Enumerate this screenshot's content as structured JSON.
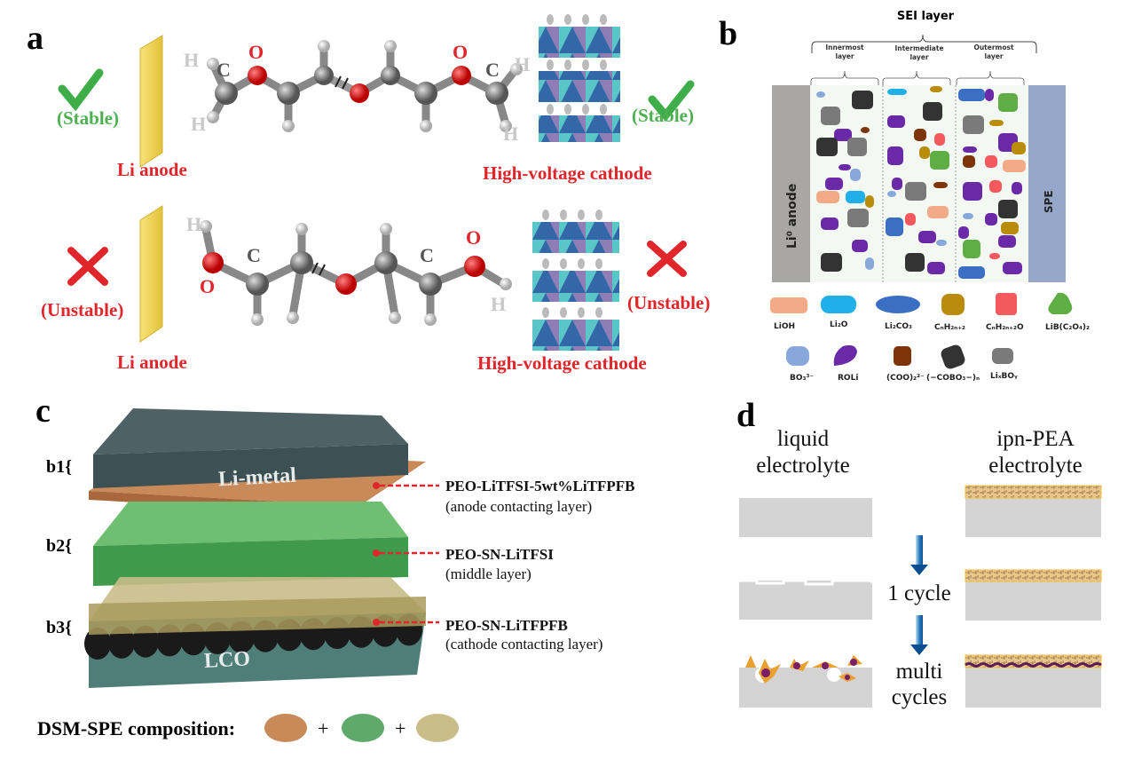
{
  "panel_labels": {
    "a": "a",
    "b": "b",
    "c": "c",
    "d": "d"
  },
  "panel_a": {
    "top": {
      "status_left": "(Stable)",
      "status_right": "(Stable)",
      "anode_label": "Li anode",
      "cathode_label": "High-voltage cathode",
      "atoms": {
        "h1": "H",
        "h2": "H",
        "c1": "C",
        "o1": "O",
        "o2": "O",
        "c2": "C",
        "h3": "H",
        "h4": "H"
      },
      "status_icon": "check-icon"
    },
    "bottom": {
      "status_left": "(Unstable)",
      "status_right": "(Unstable)",
      "anode_label": "Li anode",
      "cathode_label": "High-voltage cathode",
      "atoms": {
        "h1": "H",
        "o1": "O",
        "c1": "C",
        "c2": "C",
        "o2": "O",
        "h2": "H"
      },
      "status_icon": "cross-icon"
    },
    "colors": {
      "stable": "#4caf50",
      "unstable": "#e0262b"
    }
  },
  "panel_b": {
    "title": "SEI layer",
    "sublayers": [
      {
        "line1": "Innermost",
        "line2": "layer"
      },
      {
        "line1": "Intermediate",
        "line2": "layer"
      },
      {
        "line1": "Outermost",
        "line2": "layer"
      }
    ],
    "anode_label": "Li⁰ anode",
    "electrolyte_label": "SPE",
    "legend": [
      {
        "label": "LiOH",
        "color": "#f2ab86"
      },
      {
        "label": "Li₂O",
        "color": "#1fb0ea"
      },
      {
        "label": "Li₂CO₃",
        "color": "#3a6fc4"
      },
      {
        "label": "CₙH₂ₙ₊₂",
        "color": "#b98c0c"
      },
      {
        "label": "CₙH₂ₙ₊₂O",
        "color": "#f4595e"
      },
      {
        "label": "LiB(C₂O₄)₂",
        "color": "#5fae45"
      },
      {
        "label": "BO₃³⁻",
        "color": "#88a8dc"
      },
      {
        "label": "ROLi",
        "color": "#6a2aa8"
      },
      {
        "label": "(COO)₂²⁻",
        "color": "#7c3408"
      },
      {
        "label": "(−COBO₃−)ₙ",
        "color": "#333333"
      },
      {
        "label": "LiₓBOᵧ",
        "color": "#7a7a7a"
      }
    ]
  },
  "panel_c": {
    "layers": [
      {
        "bracket": "b1{",
        "name": "PEO-LiTFSI-5wt%LiTFPFB",
        "desc": "(anode contacting layer)",
        "color": "#c98a5a"
      },
      {
        "bracket": "b2{",
        "name": "PEO-SN-LiTFSI",
        "desc": "(middle layer)",
        "color": "#5faa6a"
      },
      {
        "bracket": "b3{",
        "name": "PEO-SN-LiTFPFB",
        "desc": "(cathode contacting layer)",
        "color": "#c9bd8a"
      }
    ],
    "top_electrode": "Li-metal",
    "bottom_electrode": "LCO",
    "composition_label": "DSM-SPE composition:",
    "plus": "+"
  },
  "panel_d": {
    "left_heading": {
      "line1": "liquid",
      "line2": "electrolyte"
    },
    "right_heading": {
      "line1": "ipn-PEA",
      "line2": "electrolyte"
    },
    "step1": "1 cycle",
    "step2": {
      "line1": "multi",
      "line2": "cycles"
    }
  }
}
